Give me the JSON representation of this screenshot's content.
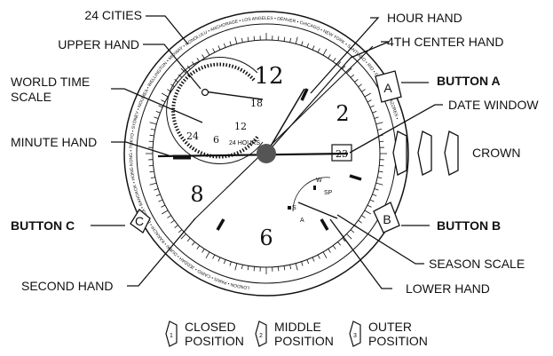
{
  "labels": {
    "cities_24": "24 CITIES",
    "upper_hand": "UPPER HAND",
    "world_time_scale_l1": "WORLD TIME",
    "world_time_scale_l2": "SCALE",
    "minute_hand": "MINUTE HAND",
    "button_c": "BUTTON C",
    "second_hand": "SECOND HAND",
    "hour_hand": "HOUR HAND",
    "center_hand_4th": "4TH CENTER HAND",
    "button_a": "BUTTON A",
    "date_window": "DATE WINDOW",
    "crown": "CROWN",
    "button_b": "BUTTON B",
    "season_scale": "SEASON SCALE",
    "lower_hand": "LOWER HAND"
  },
  "buttons": {
    "a": "A",
    "b": "B",
    "c": "C"
  },
  "dial": {
    "n12": "12",
    "n2": "2",
    "n8": "8",
    "n6": "6",
    "date": "23",
    "wt_24": "24",
    "wt_6": "6",
    "wt_12": "12",
    "wt_18": "18",
    "wt_hours": "24 HOURS",
    "cities": [
      "LONDON",
      "PARIS",
      "CAIRO",
      "JEDDAH",
      "DUBAI",
      "KARACHI",
      "DHAKA",
      "BANGKOK",
      "HONG KONG",
      "TOKYO",
      "SYDNEY",
      "NOUMEA",
      "WELLINGTON",
      "MIDWAY",
      "HONOLULU",
      "ANCHORAGE",
      "LOS ANGELES",
      "DENVER",
      "CHICAGO",
      "NEW YORK",
      "SANTIAGO",
      "RIO",
      "F.NORONHA",
      "AZORES"
    ],
    "season_marks": [
      "W",
      "SP",
      "S",
      "A"
    ]
  },
  "positions": [
    {
      "num": "1",
      "l1": "CLOSED",
      "l2": "POSITION"
    },
    {
      "num": "2",
      "l1": "MIDDLE",
      "l2": "POSITION"
    },
    {
      "num": "3",
      "l1": "OUTER",
      "l2": "POSITION"
    }
  ]
}
